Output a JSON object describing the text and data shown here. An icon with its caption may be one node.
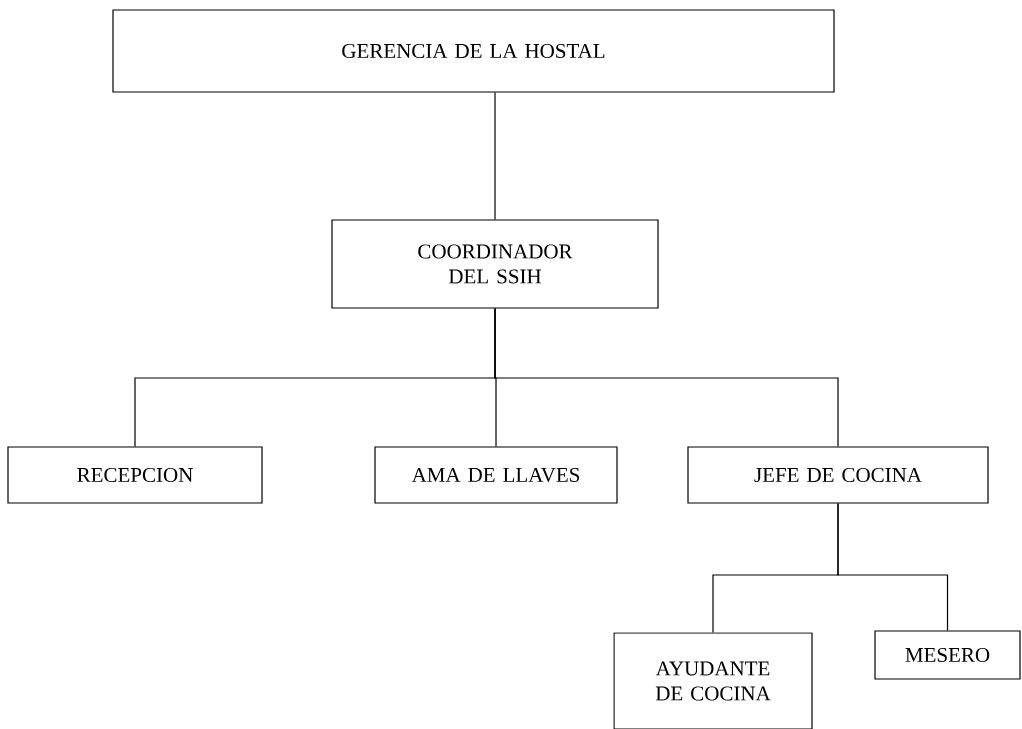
{
  "diagram": {
    "nodes": [
      {
        "text": [
          "GERENCIA DE LA HOSTAL"
        ]
      },
      {
        "text": [
          "COORDINADOR DEL SSIH"
        ]
      },
      {
        "text": [
          "RECEPCION"
        ]
      },
      {
        "text": [
          "AMA DE LLAVES"
        ]
      },
      {
        "text": [
          "JEFE DE COCINA"
        ]
      },
      {
        "text": [
          "AYUDANTE DE COCINA"
        ]
      },
      {
        "text": [
          "MESERO"
        ]
      }
    ],
    "edges": [
      {
        "from": 0,
        "to": 1,
        "arrow": "none"
      },
      {
        "from": 1,
        "to": 2,
        "arrow": "none"
      },
      {
        "from": 1,
        "to": 3,
        "arrow": "none"
      },
      {
        "from": 1,
        "to": 4,
        "arrow": "none"
      },
      {
        "from": 4,
        "to": 5,
        "arrow": "none"
      },
      {
        "from": 4,
        "to": 6,
        "arrow": "none"
      }
    ]
  }
}
